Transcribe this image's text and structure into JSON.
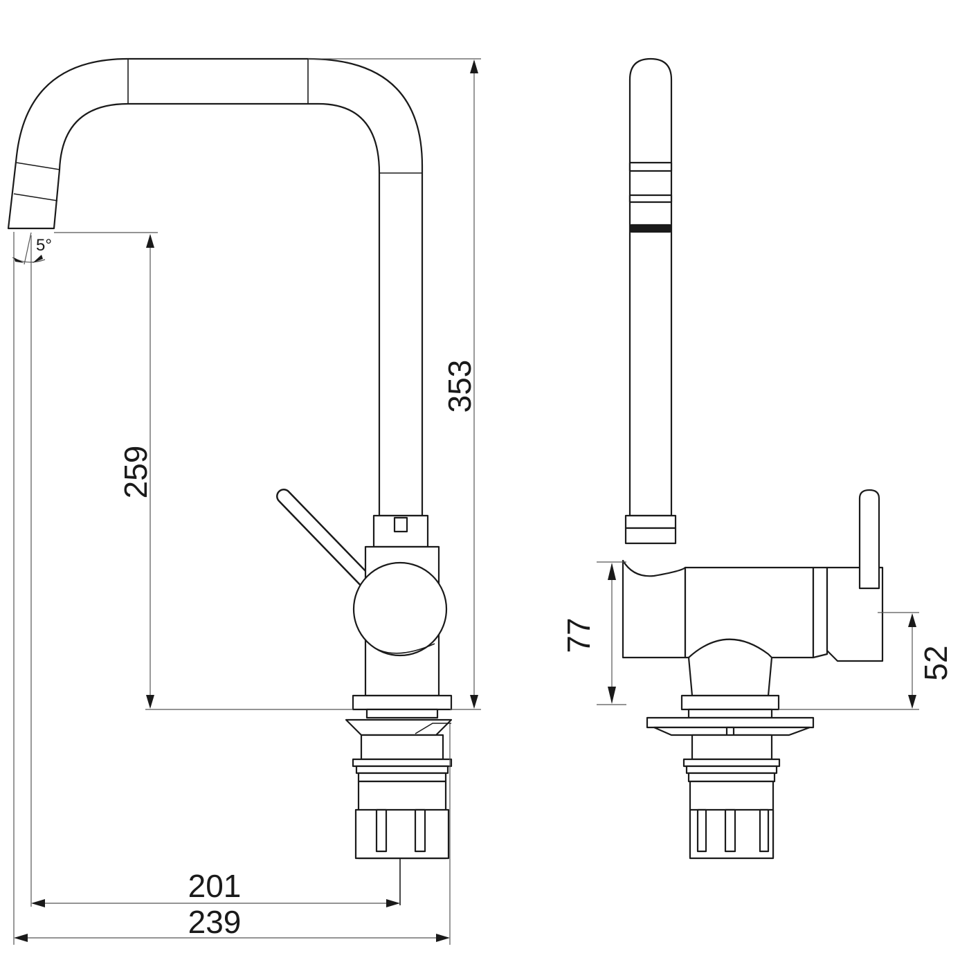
{
  "dimensions": {
    "angle": "5°",
    "overall_height": "353",
    "spout_outlet_height": "259",
    "spout_reach": "201",
    "overall_depth": "239",
    "body_height": "77",
    "lever_axis_height": "52"
  },
  "colors": {
    "line": "#1a1a1a",
    "dimension_line": "#555555",
    "background": "#ffffff"
  }
}
